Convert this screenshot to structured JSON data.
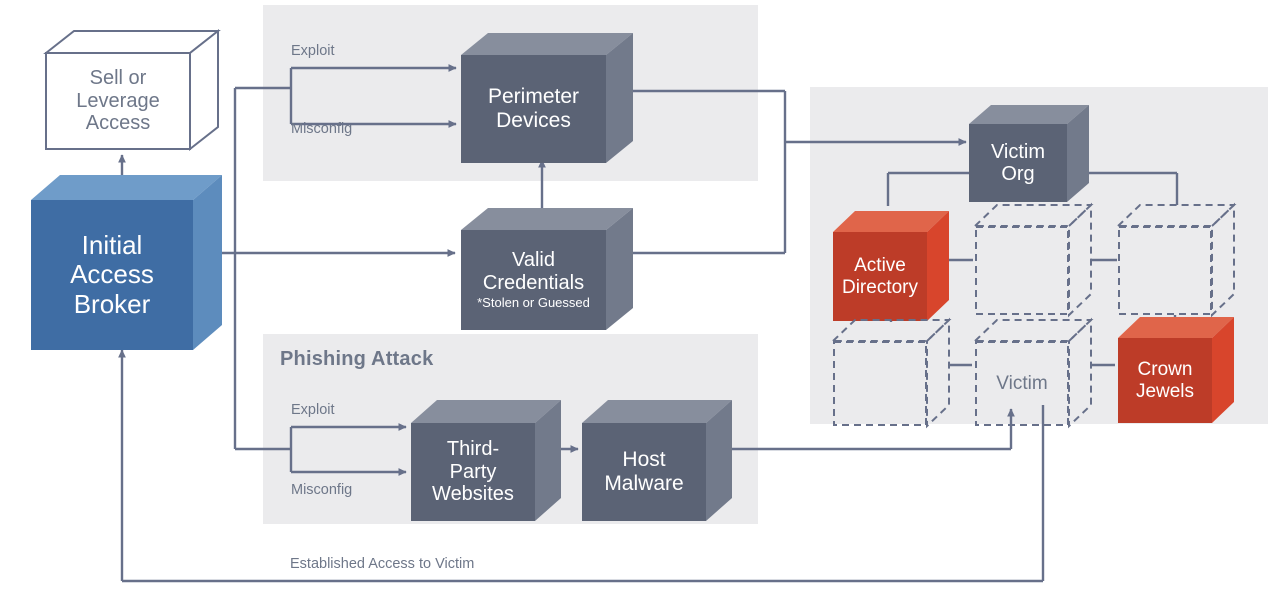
{
  "diagram": {
    "title": "Initial Access Broker attack flow",
    "colors": {
      "blue_front": "#3f6da4",
      "blue_top": "#6f9cc9",
      "blue_side": "#5d8cbd",
      "slate_front": "#5b6375",
      "slate_top": "#878e9d",
      "slate_side": "#727a8b",
      "red_front": "#bd3c28",
      "red_top": "#e0654a",
      "red_side": "#d8452c",
      "white_front": "#ffffff",
      "panel_bg": "#ebebed",
      "line": "#67708a",
      "text_gray": "#6e7789"
    },
    "panels": [
      {
        "name": "perimeter-panel",
        "title": ""
      },
      {
        "name": "phishing-panel",
        "title": "Phishing Attack"
      },
      {
        "name": "victim-org-panel",
        "title": ""
      }
    ],
    "nodes": {
      "sell_leverage": {
        "label": "Sell or\nLeverage\nAccess",
        "line1": "Sell or",
        "line2": "Leverage",
        "line3": "Access",
        "style": "white"
      },
      "initial_access_broker": {
        "line1": "Initial",
        "line2": "Access",
        "line3": "Broker",
        "style": "blue"
      },
      "perimeter_devices": {
        "line1": "Perimeter",
        "line2": "Devices",
        "style": "slate"
      },
      "valid_credentials": {
        "line1": "Valid",
        "line2": "Credentials",
        "note": "*Stolen or Guessed",
        "style": "slate"
      },
      "third_party_websites": {
        "line1": "Third-",
        "line2": "Party",
        "line3": "Websites",
        "style": "slate"
      },
      "host_malware": {
        "line1": "Host",
        "line2": "Malware",
        "style": "slate"
      },
      "victim_org": {
        "line1": "Victim",
        "line2": "Org",
        "style": "slate"
      },
      "active_directory": {
        "line1": "Active",
        "line2": "Directory",
        "style": "red"
      },
      "crown_jewels": {
        "line1": "Crown",
        "line2": "Jewels",
        "style": "red"
      },
      "victim_host": {
        "line1": "Victim",
        "style": "dashed"
      },
      "host_a": {
        "line1": "",
        "style": "dashed"
      },
      "host_b": {
        "line1": "",
        "style": "dashed"
      },
      "host_c": {
        "line1": "",
        "style": "dashed"
      }
    },
    "edge_labels": {
      "perimeter_exploit": "Exploit",
      "perimeter_misconfig": "Misconfig",
      "phishing_exploit": "Exploit",
      "phishing_misconfig": "Misconfig",
      "established_access": "Established Access to Victim"
    }
  }
}
